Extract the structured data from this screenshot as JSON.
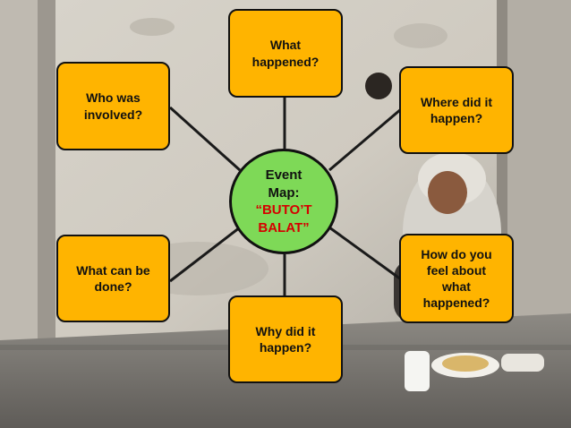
{
  "center": {
    "title": "Event\nMap:",
    "subtitle": "“BUTO’T\nBALAT”"
  },
  "nodes": {
    "what": "What\nhappened?",
    "who": "Who was\ninvolved?",
    "where": "Where did it\nhappen?",
    "can_be_done": "What can be\ndone?",
    "feel": "How do you\nfeel about\nwhat\nhappened?",
    "why": "Why did it\nhappen?"
  },
  "colors": {
    "box": "#FFB400",
    "center": "#7ED957",
    "accent_text": "#D50000",
    "border": "#111111"
  }
}
